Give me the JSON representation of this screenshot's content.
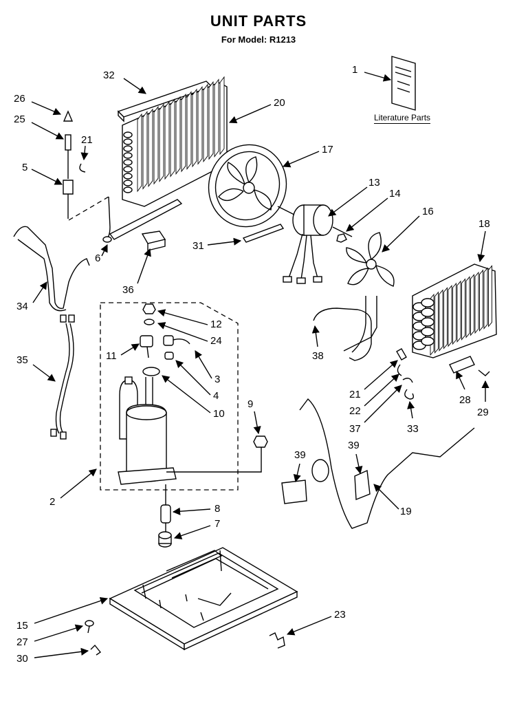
{
  "title": "UNIT PARTS",
  "subtitle": "For Model: R1213",
  "literature_label": "Literature Parts",
  "callouts": {
    "c1": "1",
    "c2": "2",
    "c3": "3",
    "c4": "4",
    "c5": "5",
    "c6": "6",
    "c7": "7",
    "c8": "8",
    "c9": "9",
    "c10": "10",
    "c11": "11",
    "c12": "12",
    "c13": "13",
    "c14": "14",
    "c15": "15",
    "c16": "16",
    "c17": "17",
    "c18": "18",
    "c19": "19",
    "c20": "20",
    "c21a": "21",
    "c21b": "21",
    "c22": "22",
    "c23": "23",
    "c24": "24",
    "c25": "25",
    "c26": "26",
    "c27": "27",
    "c28": "28",
    "c29": "29",
    "c30": "30",
    "c31": "31",
    "c32": "32",
    "c33": "33",
    "c34": "34",
    "c35": "35",
    "c36": "36",
    "c37": "37",
    "c38": "38",
    "c39a": "39",
    "c39b": "39"
  }
}
